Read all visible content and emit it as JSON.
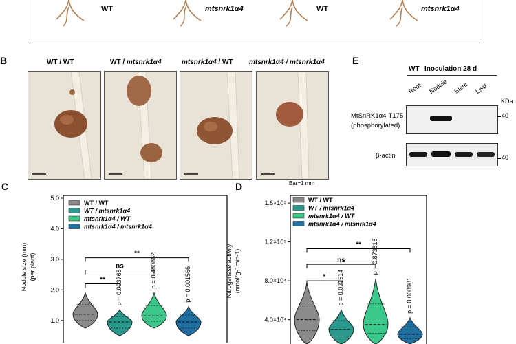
{
  "panel_a": {
    "labels": [
      "WT",
      "mtsnrk1α4",
      "WT",
      "mtsnrk1α4"
    ]
  },
  "panel_b": {
    "letter": "B",
    "headers": [
      "WT / WT",
      "WT / ",
      "mtsnrk1α4",
      "mtsnrk1α4",
      " / WT",
      "mtsnrk1α4",
      " / mtsnrk1α4"
    ],
    "bar_note": "Bar=1 mm"
  },
  "panel_e": {
    "letter": "E",
    "condition_wt": "WT",
    "condition_rest": "Inoculation 28 d",
    "lanes": [
      "Root",
      "Nodule",
      "Stem",
      "Leaf"
    ],
    "kda_label": "KDa",
    "row1_label_a": "MtSnRK1α4-T175",
    "row1_label_b": "(phosphorylated)",
    "row2_label": "β-actin",
    "marker1": "40",
    "marker2": "40"
  },
  "chart_data": [
    {
      "type": "violin",
      "letter": "C",
      "ylabel_lines": [
        "Nodule size (mm)",
        "(per plant)"
      ],
      "yticks": [
        "1.0",
        "2.0",
        "3.0",
        "4.0",
        "5.0"
      ],
      "ylim": [
        0.5,
        5.0
      ],
      "legend": [
        "WT / WT",
        "WT / mtsnrk1α4",
        "mtsnrk1α4 / WT",
        "mtsnrk1α4 / mtsnrk1α4"
      ],
      "series": [
        {
          "name": "WT / WT",
          "median": 1.2,
          "min": 0.75,
          "max": 1.9,
          "color": "#8a8a8a"
        },
        {
          "name": "WT / mtsnrk1α4",
          "median": 0.95,
          "min": 0.5,
          "max": 1.35,
          "color": "#2a9a8e"
        },
        {
          "name": "mtsnrk1α4 / WT",
          "median": 1.15,
          "min": 0.75,
          "max": 1.9,
          "color": "#3cc88a"
        },
        {
          "name": "mtsnrk1α4 / mtsnrk1α4",
          "median": 0.95,
          "min": 0.5,
          "max": 1.45,
          "color": "#1f6fa0"
        }
      ],
      "pvalues": [
        "p = 0.003768",
        "p = 0.480862",
        "p = 0.001566"
      ],
      "sig": [
        {
          "label": "**",
          "from": 0,
          "to": 1,
          "y": 2.2
        },
        {
          "label": "ns",
          "from": 0,
          "to": 2,
          "y": 2.65
        },
        {
          "label": "**",
          "from": 0,
          "to": 3,
          "y": 3.05
        }
      ]
    },
    {
      "type": "violin",
      "letter": "D",
      "ylabel_lines": [
        "Nitrogenase activity",
        "(nmol*g-1min-1)"
      ],
      "yticks": [
        "4.0×10⁴",
        "8.0×10⁴",
        "1.2×10⁵",
        "1.6×10⁵"
      ],
      "ytick_values": [
        40000,
        80000,
        120000,
        160000
      ],
      "ylim": [
        15000,
        165000
      ],
      "legend": [
        "WT / WT",
        "WT / mtsnrk1α4",
        "mtsnrk1α4 / WT",
        "mtsnrk1α4 / mtsnrk1α4"
      ],
      "series": [
        {
          "name": "WT / WT",
          "median": 40000,
          "min": 15000,
          "max": 78000,
          "color": "#8a8a8a"
        },
        {
          "name": "WT / mtsnrk1α4",
          "median": 30000,
          "min": 15000,
          "max": 50000,
          "color": "#2a9a8e"
        },
        {
          "name": "mtsnrk1α4 / WT",
          "median": 35000,
          "min": 15000,
          "max": 82000,
          "color": "#3cc88a"
        },
        {
          "name": "mtsnrk1α4 / mtsnrk1α4",
          "median": 25000,
          "min": 15000,
          "max": 42000,
          "color": "#1f6fa0"
        }
      ],
      "pvalues": [
        "p = 0.021514",
        "p = 0.873615",
        "p = 0.008981"
      ],
      "sig": [
        {
          "label": "*",
          "from": 0,
          "to": 1,
          "y": 80000
        },
        {
          "label": "ns",
          "from": 0,
          "to": 2,
          "y": 97000
        },
        {
          "label": "**",
          "from": 0,
          "to": 3,
          "y": 113000
        }
      ]
    }
  ]
}
